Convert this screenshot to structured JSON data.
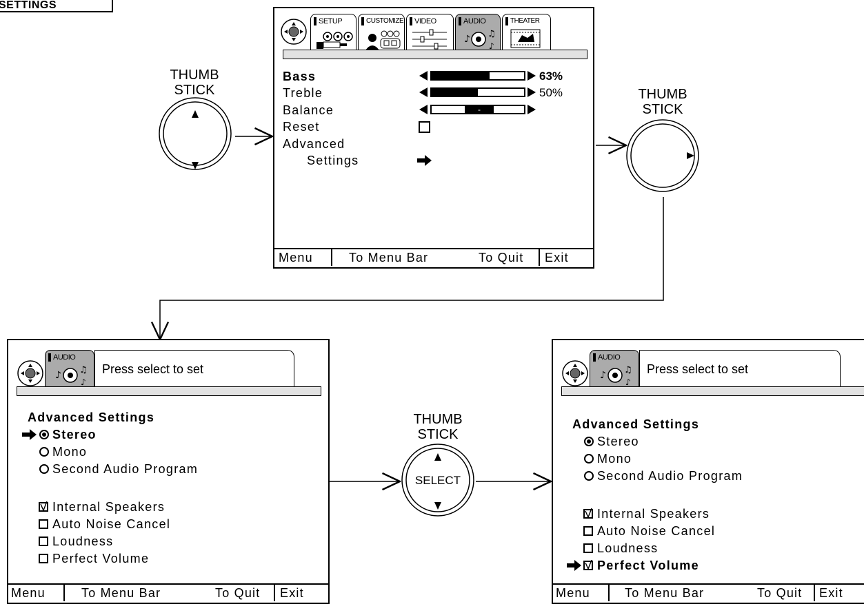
{
  "header_tag": "SETTINGS",
  "thumb_label_line1": "THUMB",
  "thumb_label_line2": "STICK",
  "select_label": "SELECT",
  "tabs": [
    "SETUP",
    "CUSTOMIZE",
    "VIDEO",
    "AUDIO",
    "THEATER"
  ],
  "audio_menu": {
    "rows": [
      {
        "label": "Bass",
        "bold": true
      },
      {
        "label": "Treble"
      },
      {
        "label": "Balance"
      },
      {
        "label": "Reset"
      },
      {
        "label": "Advanced"
      },
      {
        "label": "Settings"
      }
    ],
    "bass_value": 63,
    "bass_text": "63%",
    "treble_value": 50,
    "treble_text": "50%",
    "balance_marker": "-",
    "reset_checked": false
  },
  "footer": {
    "menu": "Menu",
    "to_menu_bar": "To Menu Bar",
    "to_quit": "To Quit",
    "exit": "Exit"
  },
  "advanced": {
    "prompt": "Press select to set",
    "title": "Advanced Settings",
    "radios": [
      "Stereo",
      "Mono",
      "Second Audio Program"
    ],
    "selected_radio": "Stereo",
    "checks": [
      "Internal Speakers",
      "Auto Noise Cancel",
      "Loudness",
      "Perfect Volume"
    ],
    "left_checked": [
      "Internal Speakers"
    ],
    "right_checked": [
      "Internal Speakers",
      "Perfect Volume"
    ],
    "left_pointer": "Stereo",
    "right_pointer": "Perfect Volume"
  }
}
